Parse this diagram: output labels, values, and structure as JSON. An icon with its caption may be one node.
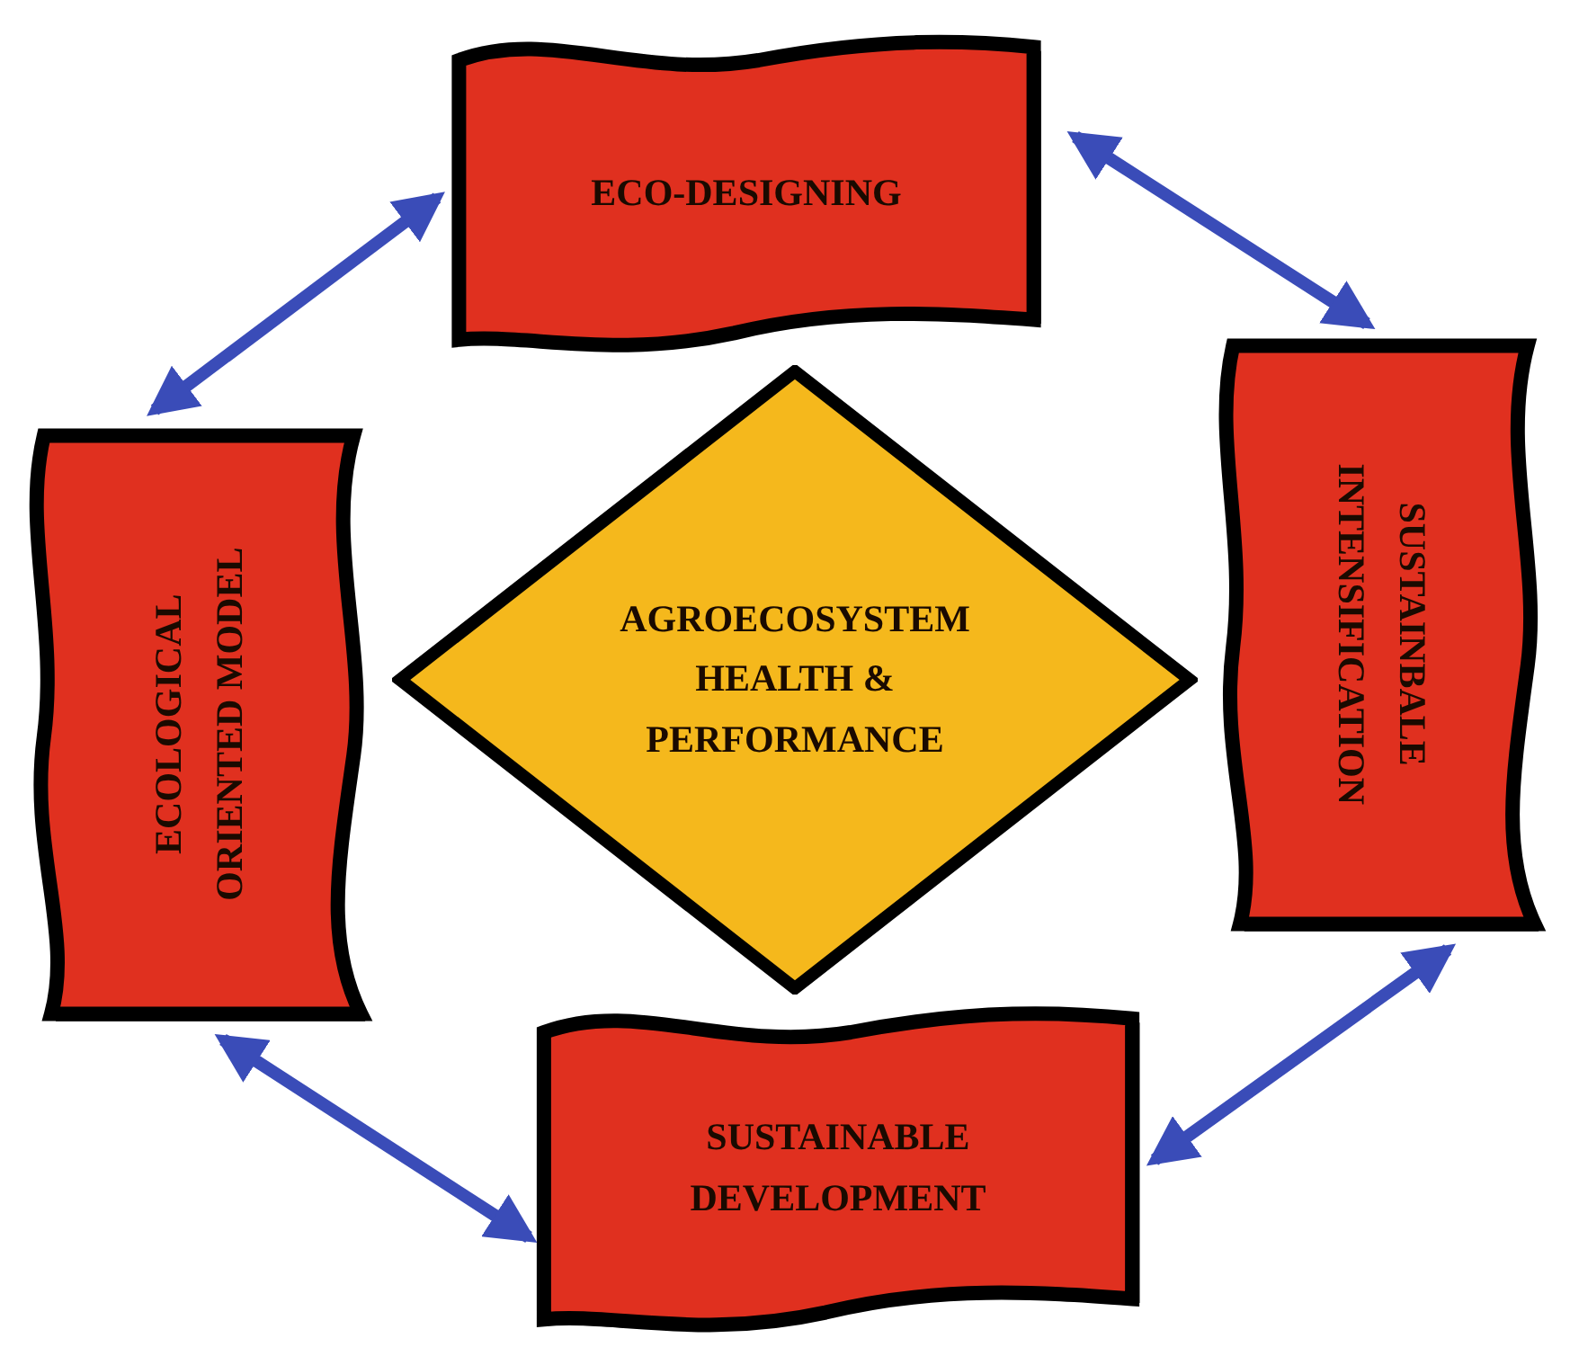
{
  "diagram": {
    "nodes": [
      {
        "text": [
          "ECO-DESIGNING"
        ]
      },
      {
        "text": [
          "ECOLOGICAL ORIENTED MODEL"
        ]
      },
      {
        "text": [
          "AGROECOSYSTEM HEALTH & PERFORMANCE"
        ]
      },
      {
        "text": [
          "SUSTAINBALE INTENSIFICATION"
        ]
      },
      {
        "text": [
          "SUSTAINABLE DEVELOPMENT"
        ]
      }
    ],
    "edges": [
      {
        "from": 0,
        "to": 1,
        "arrow": "both",
        "color": "#3a4cb8"
      },
      {
        "from": 0,
        "to": 3,
        "arrow": "both",
        "color": "#3a4cb8"
      },
      {
        "from": 3,
        "to": 4,
        "arrow": "both",
        "color": "#3a4cb8"
      },
      {
        "from": 4,
        "to": 1,
        "arrow": "both",
        "color": "#3a4cb8"
      }
    ]
  }
}
